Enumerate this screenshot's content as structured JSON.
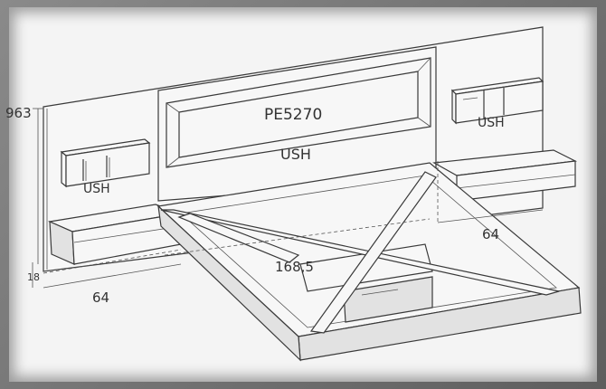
{
  "drawing": {
    "model_code": "PE5270",
    "panel_label": "USH",
    "left_shelf_label": "USH",
    "right_shelf_label": "USH"
  },
  "dimensions": {
    "height": "963",
    "left_depth": "64",
    "right_depth": "64",
    "width": "168,5",
    "base_thickness": "18"
  }
}
